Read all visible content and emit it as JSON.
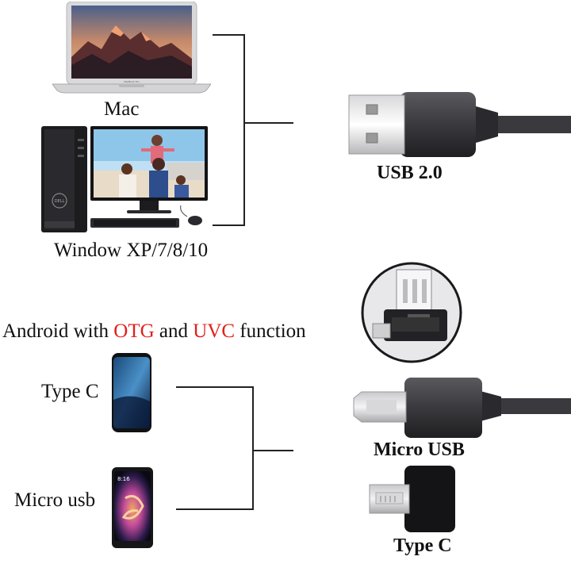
{
  "labels": {
    "mac": "Mac",
    "windows": "Window XP/7/8/10",
    "usb20": "USB 2.0",
    "android_prefix": "Android with ",
    "android_otg": "OTG",
    "android_and": " and ",
    "android_uvc": "UVC",
    "android_suffix": " function",
    "type_c_phone": "Type C",
    "micro_usb_phone": "Micro usb",
    "micro_usb_cable": "Micro USB",
    "type_c_adapter": "Type C"
  },
  "laptop_screen_text": "MacBook Pro",
  "monitor_logo": "DELL",
  "phone_time": "8:16",
  "colors": {
    "highlight_red": "#e0201b",
    "line": "#222222",
    "cable": "#3a3a3a"
  }
}
